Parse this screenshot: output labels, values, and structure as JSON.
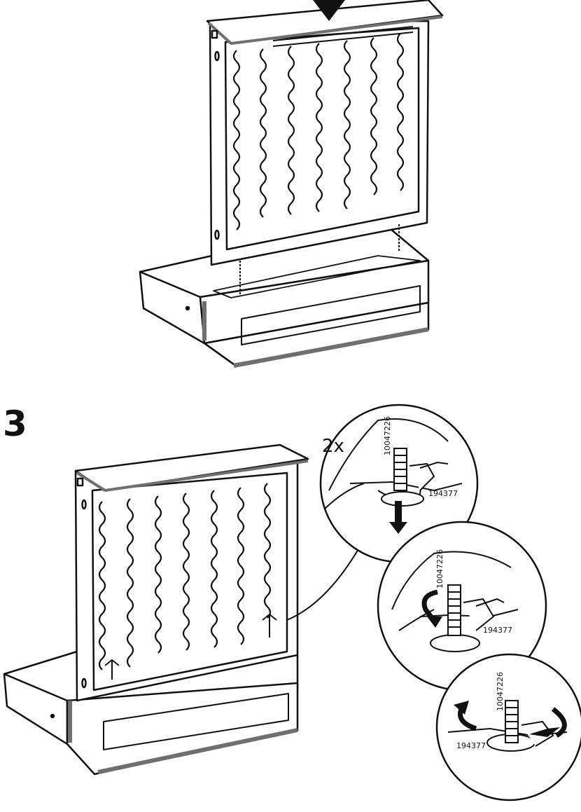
{
  "step": {
    "number": "3"
  },
  "detail": {
    "quantity": "2x",
    "bolt_code": "10047226",
    "nut_code": "194377"
  },
  "colors": {
    "line": "#111111",
    "fill": "#ffffff",
    "panel_edge": "#6f6f6f"
  },
  "icons": [
    "down-arrow-icon",
    "push-arrow-icon",
    "rotate-arrow-icon",
    "insert-arrow-icon"
  ]
}
